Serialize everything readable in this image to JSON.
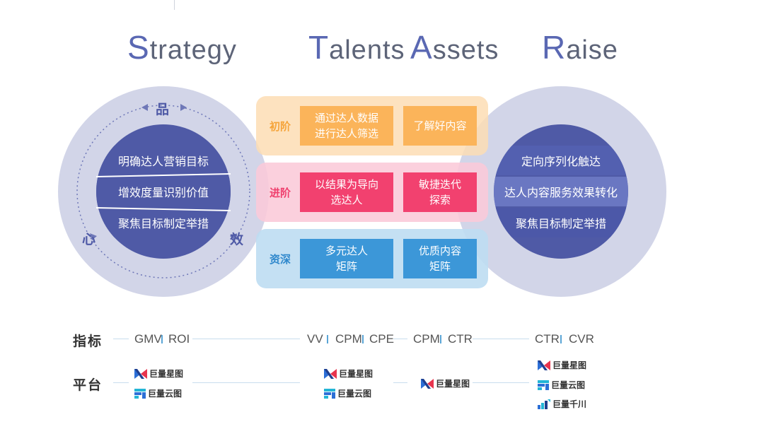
{
  "headings": {
    "strategy": {
      "cap": "S",
      "rest": "trategy"
    },
    "talents": {
      "cap": "T",
      "rest": "alents"
    },
    "assets": {
      "cap": "A",
      "rest": "ssets"
    },
    "raise": {
      "cap": "R",
      "rest": "aise"
    }
  },
  "left_circle": {
    "top_char": "品",
    "left_char": "心",
    "right_char": "效",
    "items": [
      "明确达人营销目标",
      "增效度量识别价值",
      "聚焦目标制定举措"
    ]
  },
  "right_circle": {
    "items": [
      "定向序列化触达",
      "达人内容服务效果转化",
      "聚焦目标制定举措"
    ]
  },
  "stages": [
    {
      "label": "初阶",
      "box1": "通过达人数据\n进行达人筛选",
      "box2": "了解好内容"
    },
    {
      "label": "进阶",
      "box1": "以结果为导向\n选达人",
      "box2": "敏捷迭代\n探索"
    },
    {
      "label": "资深",
      "box1": "多元达人\n矩阵",
      "box2": "优质内容\n矩阵"
    }
  ],
  "metrics_row": {
    "label": "指标",
    "groups": [
      [
        "GMV",
        "ROI"
      ],
      [
        "VV",
        "CPM",
        "CPE"
      ],
      [
        "CPM",
        "CTR"
      ],
      [
        "CTR",
        "CVR"
      ]
    ]
  },
  "platform_row": {
    "label": "平台",
    "xingtu": "巨量星图",
    "yuntu": "巨量云图",
    "qianchuan": "巨量千川"
  },
  "colors": {
    "stage1_bg": "#fde6c4",
    "stage1_box": "#fbb45a",
    "stage2_bg": "#fbd0dc",
    "stage2_box": "#f2416f",
    "stage3_bg": "#c7e1f3",
    "stage3_box": "#3c97d8",
    "circle_inner": "#4f5aa6",
    "circle_outer": "#d2d5e8"
  }
}
